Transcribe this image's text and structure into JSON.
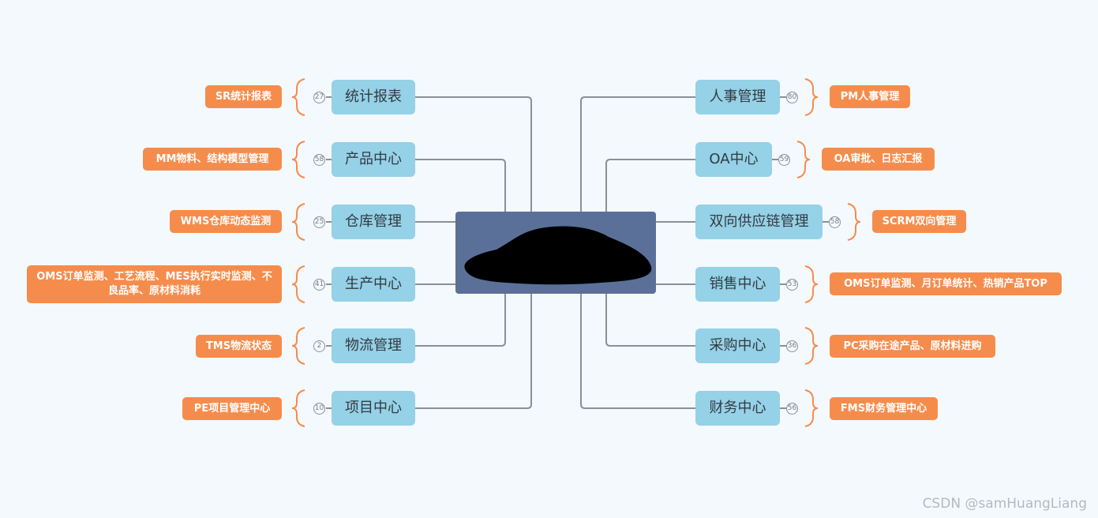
{
  "left": [
    {
      "topic": "统计报表",
      "count": "27",
      "note": "SR统计报表"
    },
    {
      "topic": "产品中心",
      "count": "58",
      "note": "MM物料、结构模型管理"
    },
    {
      "topic": "仓库管理",
      "count": "25",
      "note": "WMS仓库动态监测"
    },
    {
      "topic": "生产中心",
      "count": "41",
      "note": "OMS订单监测、工艺流程、MES执行实时监测、不良品率、原材料消耗"
    },
    {
      "topic": "物流管理",
      "count": "2",
      "note": "TMS物流状态"
    },
    {
      "topic": "项目中心",
      "count": "10",
      "note": "PE项目管理中心"
    }
  ],
  "right": [
    {
      "topic": "人事管理",
      "count": "80",
      "note": "PM人事管理"
    },
    {
      "topic": "OA中心",
      "count": "59",
      "note": "OA审批、日志汇报"
    },
    {
      "topic": "双向供应链管理",
      "count": "58",
      "note": "SCRM双向管理"
    },
    {
      "topic": "销售中心",
      "count": "53",
      "note": "OMS订单监测、月订单统计、热销产品TOP"
    },
    {
      "topic": "采购中心",
      "count": "36",
      "note": "PC采购在途产品、原材料进购"
    },
    {
      "topic": "财务中心",
      "count": "56",
      "note": "FMS财务管理中心"
    }
  ],
  "watermark": "CSDN @samHuangLiang",
  "colors": {
    "background": "#f4f9fd",
    "center": "#5a7099",
    "topic": "#95d1e7",
    "note": "#f68c4c",
    "line": "#8a9099"
  }
}
